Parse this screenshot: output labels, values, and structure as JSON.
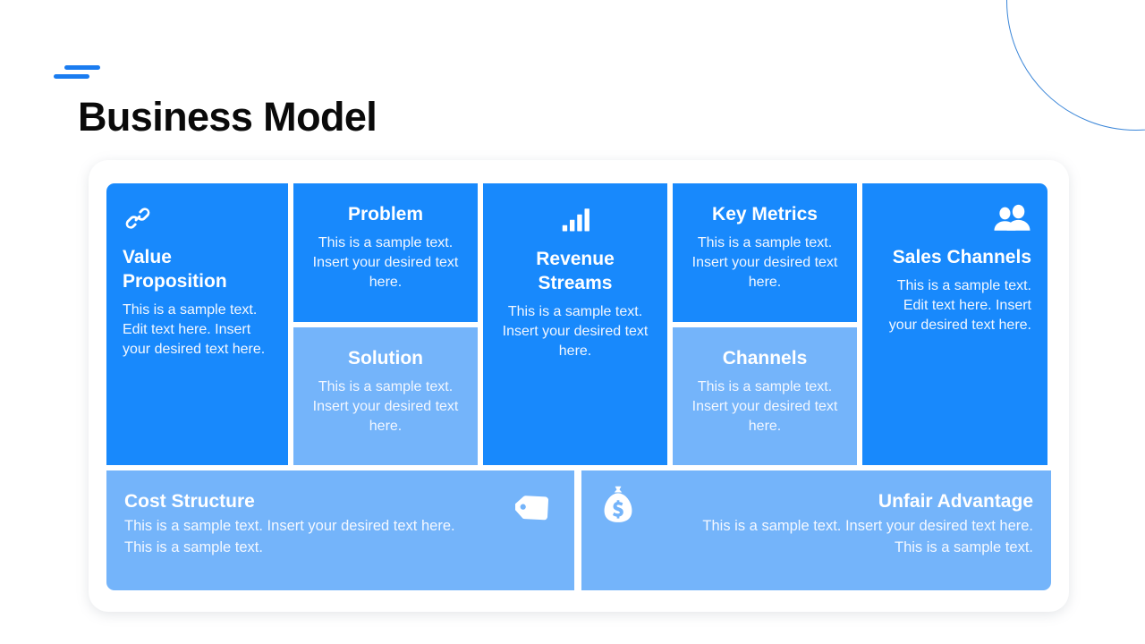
{
  "slide": {
    "title": "Business Model",
    "decor": {
      "circle_color": "#3b86d8",
      "mark_color": "#1a7cf0"
    }
  },
  "theme": {
    "primary_blue": "#1889fc",
    "light_blue": "#74b4fa",
    "card_text": "#ffffff",
    "title_color": "#0a0a0a",
    "board_background": "#ffffff"
  },
  "board": {
    "top_row": [
      {
        "key": "value-proposition",
        "title": "Value Proposition",
        "body": "This is a sample text. Edit text here. Insert your desired text here.",
        "icon": "link-icon",
        "tone": "primary",
        "align": "left"
      },
      {
        "key": "problem",
        "title": "Problem",
        "body": "This is a sample text. Insert your desired text here.",
        "icon": null,
        "tone": "primary",
        "align": "center"
      },
      {
        "key": "solution",
        "title": "Solution",
        "body": "This is a sample text. Insert your desired text here.",
        "icon": null,
        "tone": "light",
        "align": "center"
      },
      {
        "key": "revenue-streams",
        "title": "Revenue Streams",
        "body": "This is a sample text. Insert your desired text here.",
        "icon": "bar-chart-icon",
        "tone": "primary",
        "align": "center"
      },
      {
        "key": "key-metrics",
        "title": "Key Metrics",
        "body": "This is a sample text. Insert your desired text here.",
        "icon": null,
        "tone": "primary",
        "align": "center"
      },
      {
        "key": "channels",
        "title": "Channels",
        "body": "This is a sample text. Insert your desired text here.",
        "icon": null,
        "tone": "light",
        "align": "center"
      },
      {
        "key": "sales-channels",
        "title": "Sales Channels",
        "body": "This is a sample text. Edit text here. Insert your desired text here.",
        "icon": "people-icon",
        "tone": "primary",
        "align": "right"
      }
    ],
    "bottom_row": [
      {
        "key": "cost-structure",
        "title": "Cost Structure",
        "body": "This is a sample text. Insert your desired text here. This is a sample text.",
        "icon": "tag-icon",
        "tone": "light",
        "align": "left"
      },
      {
        "key": "unfair-advantage",
        "title": "Unfair Advantage",
        "body": "This is a sample text. Insert your desired text here. This is a sample text.",
        "icon": "money-bag-icon",
        "tone": "light",
        "align": "right"
      }
    ]
  }
}
